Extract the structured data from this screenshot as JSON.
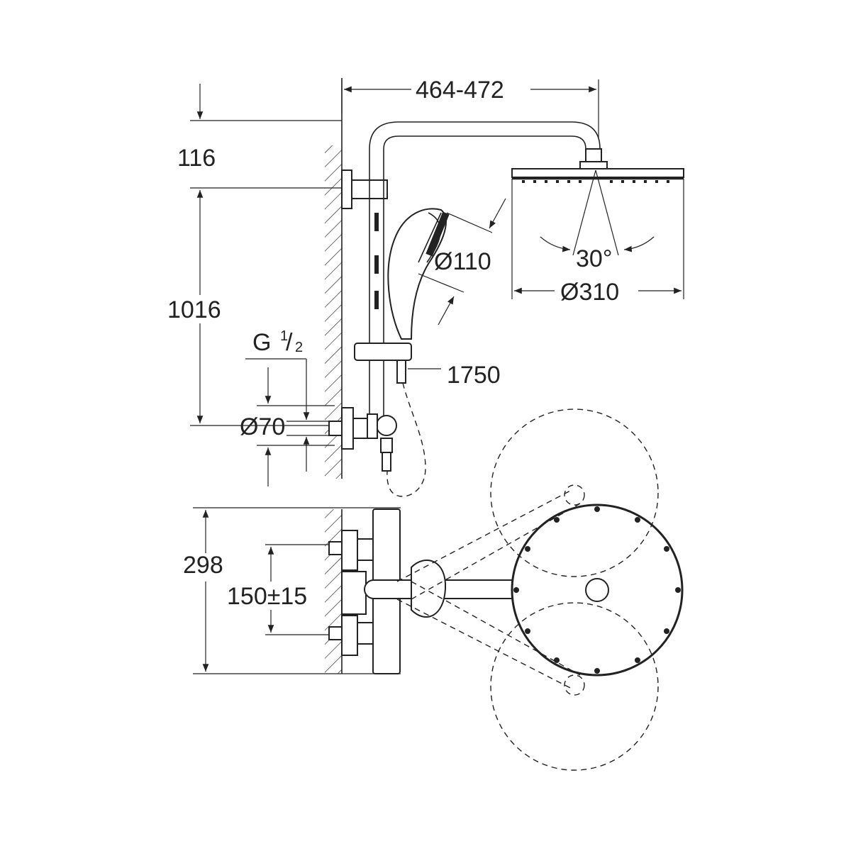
{
  "dimensions": {
    "top_height": "116",
    "arm_length": "464-472",
    "bar_height": "1016",
    "thread": "G",
    "thread_num": "1",
    "thread_den": "2",
    "flange_diameter": "Ø70",
    "hand_shower_diameter": "Ø110",
    "hose_length": "1750",
    "head_angle": "30°",
    "head_diameter": "Ø310",
    "depth": "298",
    "inlet_spacing": "150±15"
  },
  "colors": {
    "line": "#222222",
    "background": "#ffffff"
  }
}
